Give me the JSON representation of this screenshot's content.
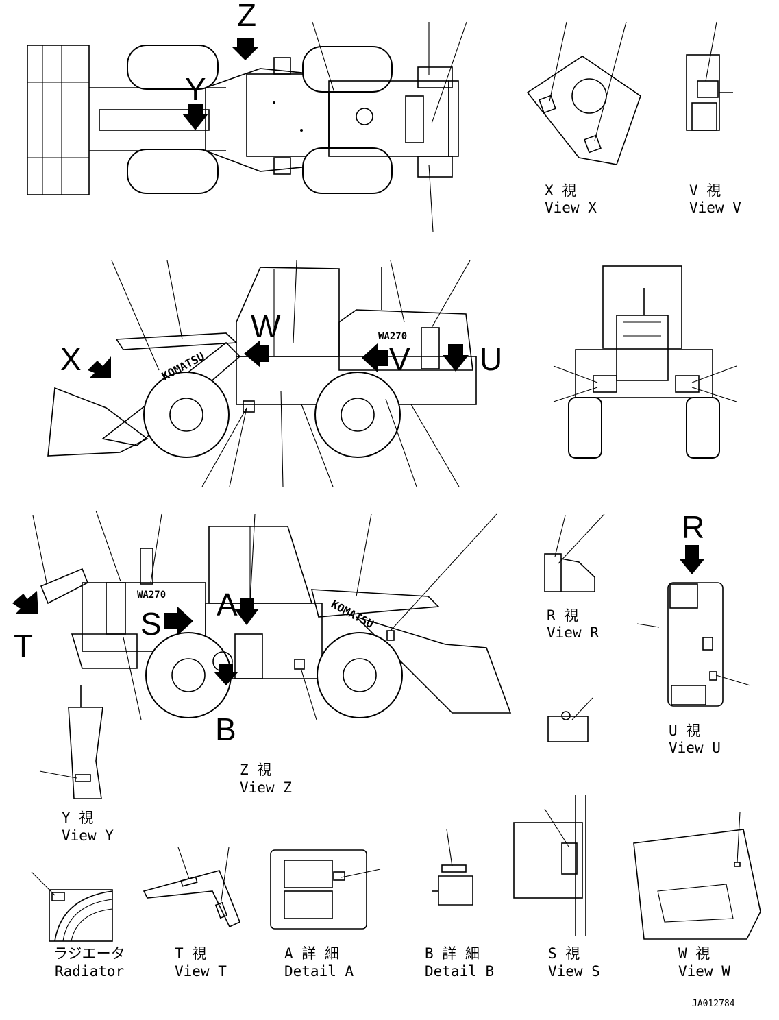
{
  "view_letters": {
    "z": "Z",
    "y": "Y",
    "x": "X",
    "w": "W",
    "v": "V",
    "u": "U",
    "t": "T",
    "s": "S",
    "a": "A",
    "b": "B",
    "r": "R"
  },
  "captions": {
    "view_x": {
      "jp": "X 視",
      "en": "View X"
    },
    "view_v": {
      "jp": "V 視",
      "en": "View V"
    },
    "view_r": {
      "jp": "R 視",
      "en": "View R"
    },
    "view_u": {
      "jp": "U 視",
      "en": "View U"
    },
    "view_z": {
      "jp": "Z 視",
      "en": "View Z"
    },
    "view_y": {
      "jp": "Y 視",
      "en": "View Y"
    },
    "radiator": {
      "jp": "ラジエータ",
      "en": "Radiator"
    },
    "view_t": {
      "jp": "T 視",
      "en": "View T"
    },
    "detail_a": {
      "jp": "A 詳 細",
      "en": "Detail A"
    },
    "detail_b": {
      "jp": "B 詳 細",
      "en": "Detail B"
    },
    "view_s": {
      "jp": "S 視",
      "en": "View S"
    },
    "view_w": {
      "jp": "W 視",
      "en": "View W"
    }
  },
  "decals": {
    "brand": "KOMATSU",
    "model": "WA270"
  },
  "drawing_code": "JA012784"
}
